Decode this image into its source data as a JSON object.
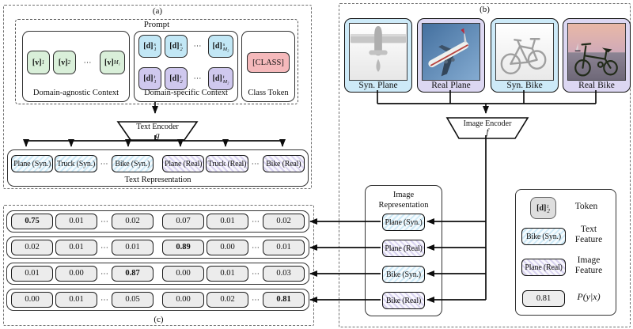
{
  "figure": {
    "a_label": "(a)",
    "b_label": "(b)",
    "c_label": "(c)",
    "dots": "⋯"
  },
  "colors": {
    "token_green": "#d9efd9",
    "token_blue": "#c2e7f5",
    "token_purple": "#cfc8ee",
    "token_pink": "#f5b9bb",
    "card_syn": "#cdeaf8",
    "card_real": "#dcd7f2",
    "matrix_cell": "#ececec"
  },
  "prompt": {
    "title": "Prompt",
    "agnostic": {
      "label": "Domain-agnostic Context",
      "tokens": [
        {
          "base": "[v]",
          "sub": "1"
        },
        {
          "base": "[v]",
          "sub": "2"
        },
        {
          "base": "[v]",
          "sub": "M₁"
        }
      ]
    },
    "specific": {
      "label": "Domain-specific Context",
      "syn_tokens": [
        {
          "base": "[d]",
          "sup": "s",
          "sub": "1"
        },
        {
          "base": "[d]",
          "sup": "s",
          "sub": "2"
        },
        {
          "base": "[d]",
          "sup": "s",
          "sub": "M₂"
        }
      ],
      "real_tokens": [
        {
          "base": "[d]",
          "sup": "t",
          "sub": "1"
        },
        {
          "base": "[d]",
          "sup": "t",
          "sub": "2"
        },
        {
          "base": "[d]",
          "sup": "t",
          "sub": "M₂"
        }
      ]
    },
    "class_token": {
      "label": "Class Token",
      "token": "[CLASS]"
    }
  },
  "text_encoder": {
    "title": "Text Encoder",
    "symbol": "g"
  },
  "text_representation": {
    "label": "Text Representation",
    "items": [
      "Plane (Syn.)",
      "Truck (Syn.)",
      "Bike (Syn.)",
      "Plane (Real)",
      "Truck (Real)",
      "Bike (Real)"
    ]
  },
  "image_panel": {
    "cards": [
      {
        "label": "Syn. Plane"
      },
      {
        "label": "Real Plane"
      },
      {
        "label": "Syn. Bike"
      },
      {
        "label": "Real Bike"
      }
    ]
  },
  "image_encoder": {
    "title": "Image Encoder",
    "symbol": "f"
  },
  "image_representation": {
    "label": "Image Representation",
    "items": [
      "Plane (Syn.)",
      "Plane (Real)",
      "Bike (Syn.)",
      "Bike (Real)"
    ]
  },
  "matrix": {
    "rows": [
      [
        "0.75",
        "0.01",
        "0.02",
        "0.07",
        "0.01",
        "0.02"
      ],
      [
        "0.02",
        "0.01",
        "0.01",
        "0.89",
        "0.00",
        "0.01"
      ],
      [
        "0.01",
        "0.00",
        "0.87",
        "0.00",
        "0.01",
        "0.03"
      ],
      [
        "0.00",
        "0.01",
        "0.05",
        "0.00",
        "0.02",
        "0.81"
      ]
    ]
  },
  "legend": {
    "token": {
      "base": "[d]",
      "sup": "t",
      "sub": "2"
    },
    "token_label": "Token",
    "text_feature_box": "Bike (Syn.)",
    "text_feature_label": "Text Feature",
    "image_feature_box": "Plane (Real)",
    "image_feature_label": "Image Feature",
    "prob_box": "0.81",
    "prob_label": "P(y|x)"
  }
}
